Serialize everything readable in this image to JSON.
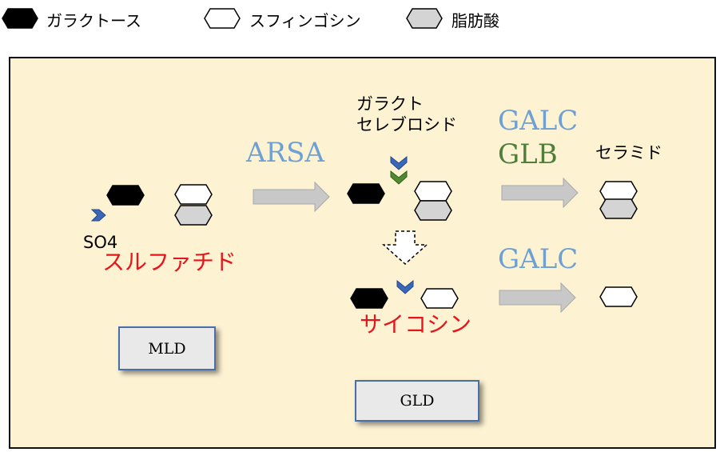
{
  "legend": {
    "galactose": "ガラクトース",
    "sphingosine": "スフィンゴシン",
    "fatty_acid": "脂肪酸"
  },
  "enzymes": {
    "arsa": "ARSA",
    "galc_1": "GALC",
    "glb": "GLB",
    "galc_2": "GALC"
  },
  "labels": {
    "so4": "SO4",
    "galactocerebroside": "ガラクト\nセレブロシド",
    "ceramide": "セラミド"
  },
  "compounds": {
    "sulfatide": "スルファチド",
    "psychosine": "サイコシン"
  },
  "diseases": {
    "mld": "MLD",
    "gld": "GLD"
  },
  "colors": {
    "galactose": "#000000",
    "sphingosine": "#ffffff",
    "fatty_acid": "#d4d4d4",
    "panel": "#fdf2d2",
    "enzyme_blue": "#6fa0d4",
    "enzyme_green": "#507e3a",
    "compound_red": "#e8141b"
  }
}
